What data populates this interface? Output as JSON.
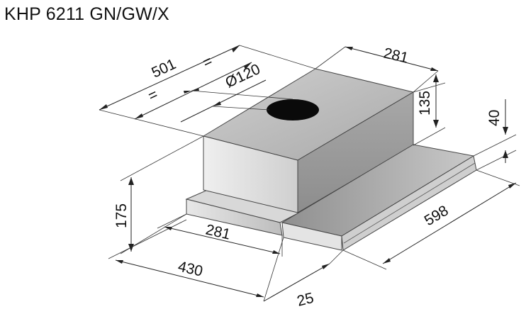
{
  "title": "KHP 6211 GN/GW/X",
  "dimensions": {
    "hood_depth_total": "501",
    "equal_left": "=",
    "equal_right": "=",
    "outlet_diameter": "Ø120",
    "chimney_width": "281",
    "chimney_height": "135",
    "visor_height": "40",
    "body_height": "175",
    "base_width": "281",
    "base_depth": "430",
    "hood_width": "598",
    "visor_offset": "25"
  },
  "colors": {
    "line": "#222222",
    "top_face": "#bdbdbd",
    "front_face": "#e0e0e0",
    "side_face": "#9a9a9a",
    "outlet": "#0a0a0a"
  }
}
